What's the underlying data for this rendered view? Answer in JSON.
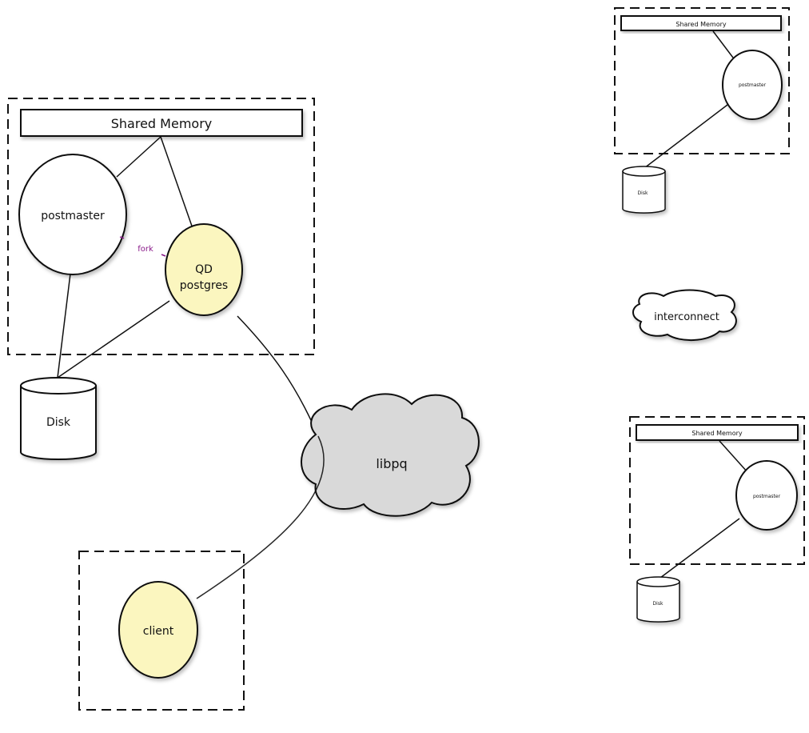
{
  "colors": {
    "stroke": "#111111",
    "dash_box": "#111111",
    "process_fill": "#fbf6bf",
    "node_fill": "#ffffff",
    "cloud_fill": "#d9d9d9",
    "fork_label": "#8a1a8a"
  },
  "master": {
    "shared_memory": "Shared Memory",
    "postmaster": "postmaster",
    "qd_line1": "QD",
    "qd_line2": "postgres",
    "fork": "fork",
    "disk": "Disk"
  },
  "libpq": "libpq",
  "client": "client",
  "interconnect": "interconnect",
  "segment_top": {
    "shared_memory": "Shared Memory",
    "postmaster": "postmaster",
    "disk": "Disk"
  },
  "segment_bottom": {
    "shared_memory": "Shared Memory",
    "postmaster": "postmaster",
    "disk": "Disk"
  }
}
